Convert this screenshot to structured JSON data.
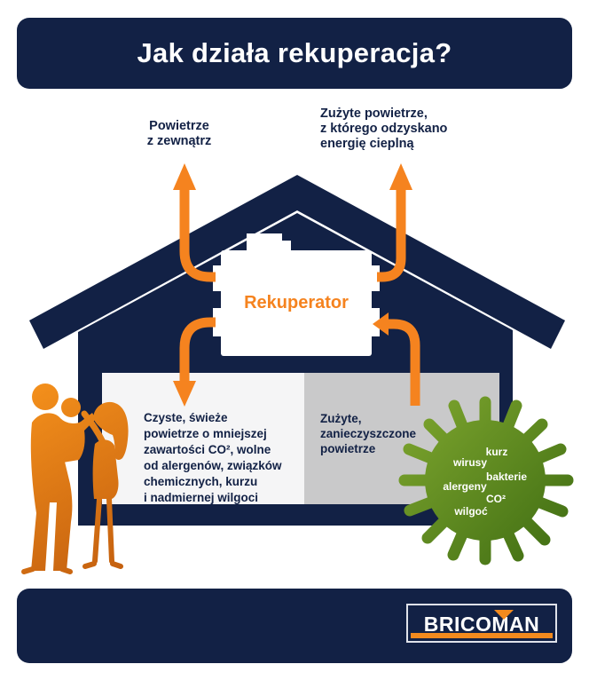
{
  "title": "Jak działa rekuperacja?",
  "labels": {
    "outside_air": "Powietrze\nz zewnątrz",
    "exhaust_air": "Zużyte powietrze,\nz którego odzyskano\nenergię cieplną",
    "recuperator": "Rekuperator",
    "clean_air": "Czyste, świeże\npowietrze o mniejszej\nzawartości CO², wolne\nod alergenów, związków\nchemicznych, kurzu\ni nadmiernej wilgoci",
    "used_air": "Zużyte,\nzanieczyszczone\npowietrze"
  },
  "pollutants": [
    "kurz",
    "wirusy",
    "bakterie",
    "alergeny",
    "CO²",
    "wilgoć"
  ],
  "brand": {
    "logo_text": "BRICOMAN"
  },
  "icons": {
    "virus_splat": "green-splat-blob",
    "family": "orange-family-silhouette",
    "brand_mark": "orange-triangle-down",
    "arrows": [
      "up-arrow-outside-air",
      "up-arrow-exhaust",
      "down-arrow-clean-air",
      "left-arrow-used-air"
    ]
  },
  "colors": {
    "navy": "#122145",
    "orange": "#f5831f",
    "brand_orange": "#f28a1e",
    "family_light": "#f6921c",
    "family_dark": "#c05c0e",
    "green_light": "#7ba32d",
    "green_dark": "#3e6c12",
    "room_white": "#f5f5f6",
    "room_gray": "#c9c9ca",
    "logo_border": "#dfe2ea",
    "text_white": "#ffffff"
  }
}
